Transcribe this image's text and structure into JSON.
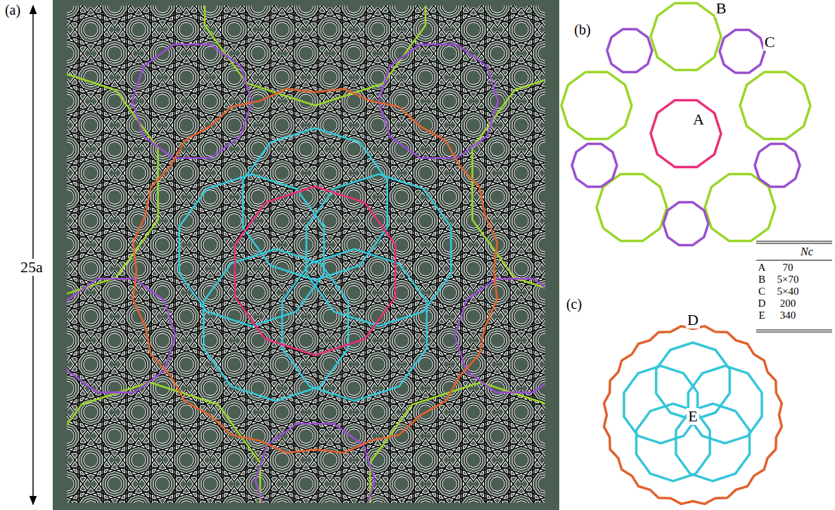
{
  "diagram": {
    "nodes": [
      {
        "text": [
          "A"
        ]
      },
      {
        "text": [
          "B"
        ]
      },
      {
        "text": [
          "C"
        ]
      },
      {
        "text": [
          "D"
        ]
      },
      {
        "text": [
          "E"
        ],
        "in": 3
      }
    ],
    "labels": [
      "(a)",
      "25a",
      "(b)",
      "(c)",
      "Nc",
      "A",
      "70",
      "B",
      "5×70",
      "C",
      "5×40",
      "D",
      "200",
      "E",
      "340"
    ]
  }
}
